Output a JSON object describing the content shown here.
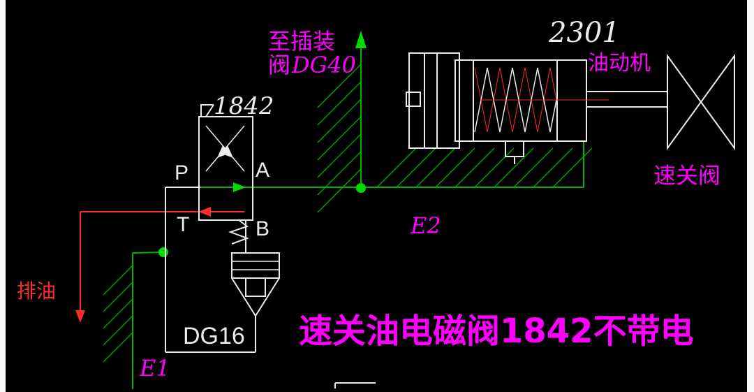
{
  "labels": {
    "to_cartridge_line1": "至插装",
    "to_cartridge_line2_word": "阀",
    "to_cartridge_line2_code": "DG40",
    "servomotor_number": "2301",
    "servomotor_name": "油动机",
    "quick_close_valve": "速关阀",
    "solenoid_valve_number": "1842",
    "port_p": "P",
    "port_a": "A",
    "port_t": "T",
    "port_b": "B",
    "line_e2": "E2",
    "line_e1": "E1",
    "drain_oil": "排油",
    "cartridge_valve_code": "DG16",
    "caption": "速关油电磁阀1842不带电"
  },
  "colors": {
    "background": "#000000",
    "pipe_green": "#00b400",
    "junction_green": "#00dc00",
    "drain_red": "#ff2a2a",
    "outline_white": "#ececec",
    "label_magenta": "#ff00ff"
  }
}
